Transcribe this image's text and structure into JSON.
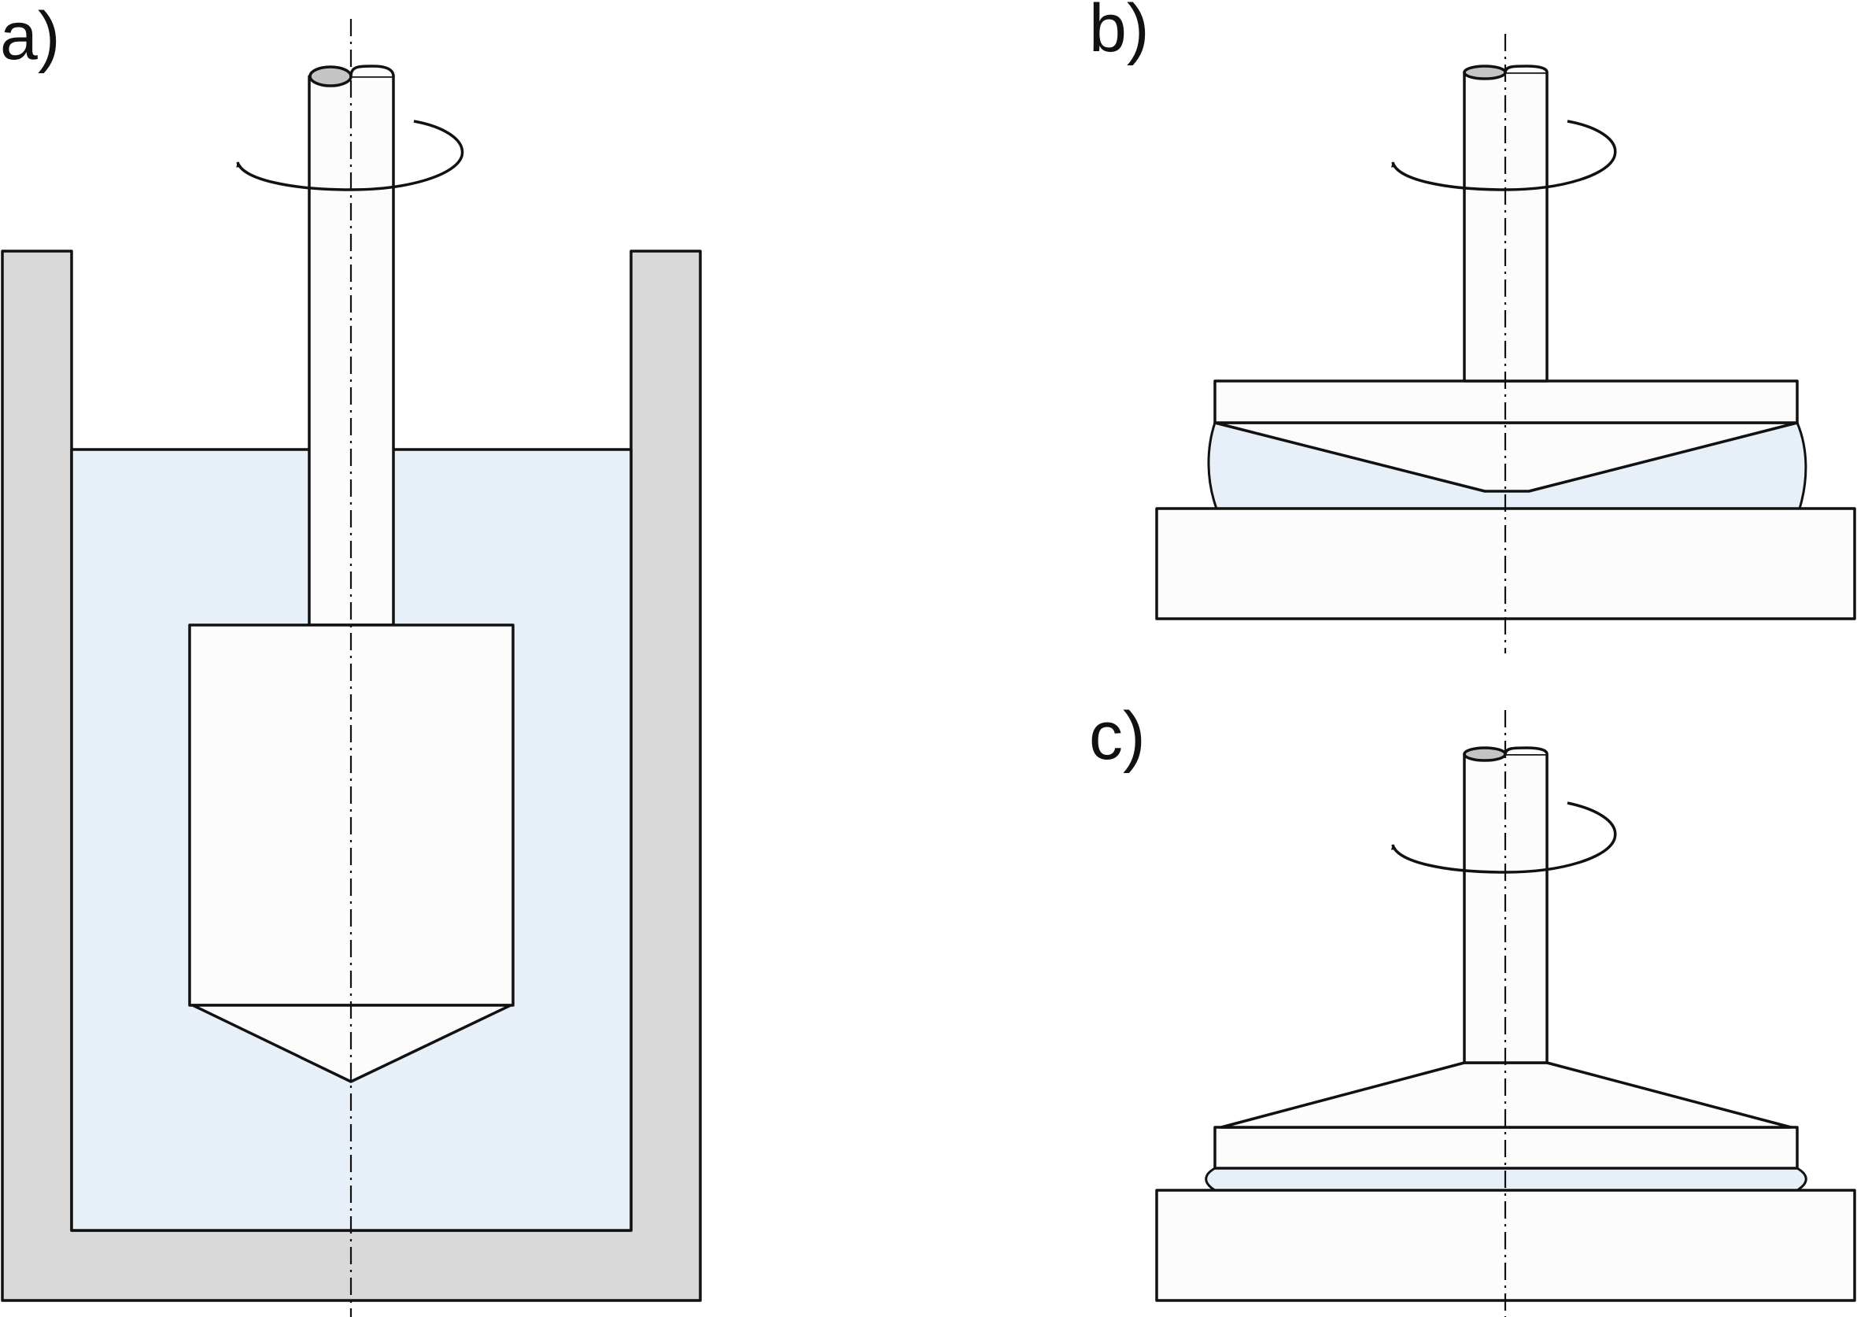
{
  "panels": [
    {
      "id": "a",
      "label": "a)"
    },
    {
      "id": "b",
      "label": "b)"
    },
    {
      "id": "c",
      "label": "c)"
    }
  ],
  "colors": {
    "stroke": "#111111",
    "wall_gray": "#d9d9d9",
    "fluid_blue": "#e7eff8",
    "rod_white": "#fcfcfc",
    "cap_gray": "#c4c4c4"
  }
}
